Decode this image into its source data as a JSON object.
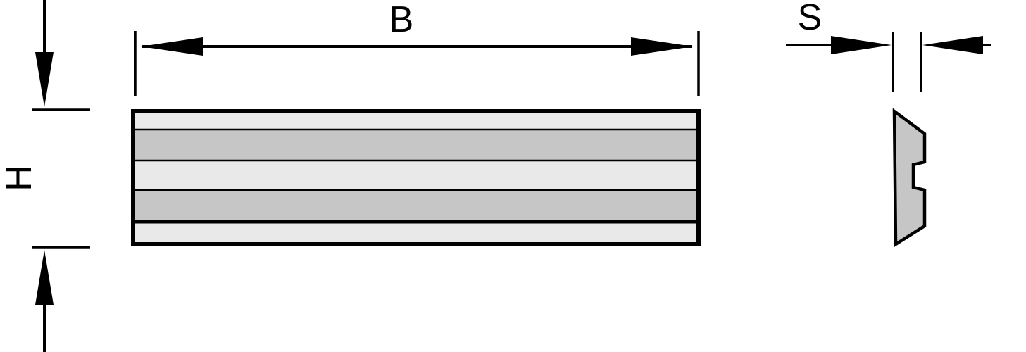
{
  "labels": {
    "width": "B",
    "height": "H",
    "thickness": "S"
  },
  "colors": {
    "line": "#000000",
    "background": "#ffffff",
    "stripe_light": "#e9e9e9",
    "stripe_medium": "#c6c6c6",
    "profile_fill": "#c6c6c6"
  }
}
